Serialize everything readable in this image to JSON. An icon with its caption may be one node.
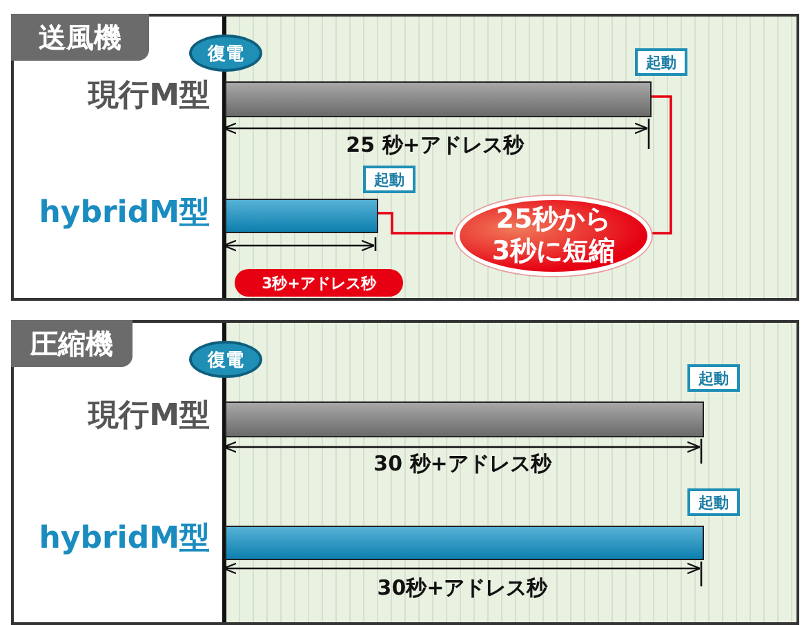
{
  "diagram": {
    "nodes": [
      {
        "text": [
          "送風機"
        ]
      },
      {
        "text": [
          "復電"
        ],
        "in": 0
      },
      {
        "text": [
          "起動"
        ],
        "in": 0
      },
      {
        "text": [],
        "shape": "bar",
        "in": 0
      },
      {
        "text": [
          "起動"
        ],
        "in": 0
      },
      {
        "text": [],
        "shape": "bar",
        "in": 0
      },
      {
        "text": [
          "3秒+アドレス秒"
        ],
        "in": 0
      },
      {
        "text": [
          "25秒から3秒に短縮"
        ],
        "in": 0
      },
      {
        "text": [
          "圧縮機"
        ]
      },
      {
        "text": [
          "復電"
        ],
        "in": 8
      },
      {
        "text": [
          "起動"
        ],
        "in": 8
      },
      {
        "text": [],
        "shape": "bar",
        "in": 8
      },
      {
        "text": [
          "起動"
        ],
        "in": 8
      },
      {
        "text": [],
        "shape": "bar",
        "in": 8
      }
    ],
    "edges": [
      {
        "from": 7,
        "to": 3,
        "arrow": "none",
        "color": "#e60012"
      },
      {
        "from": 7,
        "to": 5,
        "arrow": "none",
        "color": "#e60012"
      }
    ],
    "labels": [
      "現行M型",
      "25 秒+アドレス秒",
      "hybridM型",
      "現行M型",
      "30 秒+アドレス秒",
      "hybridM型",
      "30秒+アドレス秒"
    ]
  }
}
